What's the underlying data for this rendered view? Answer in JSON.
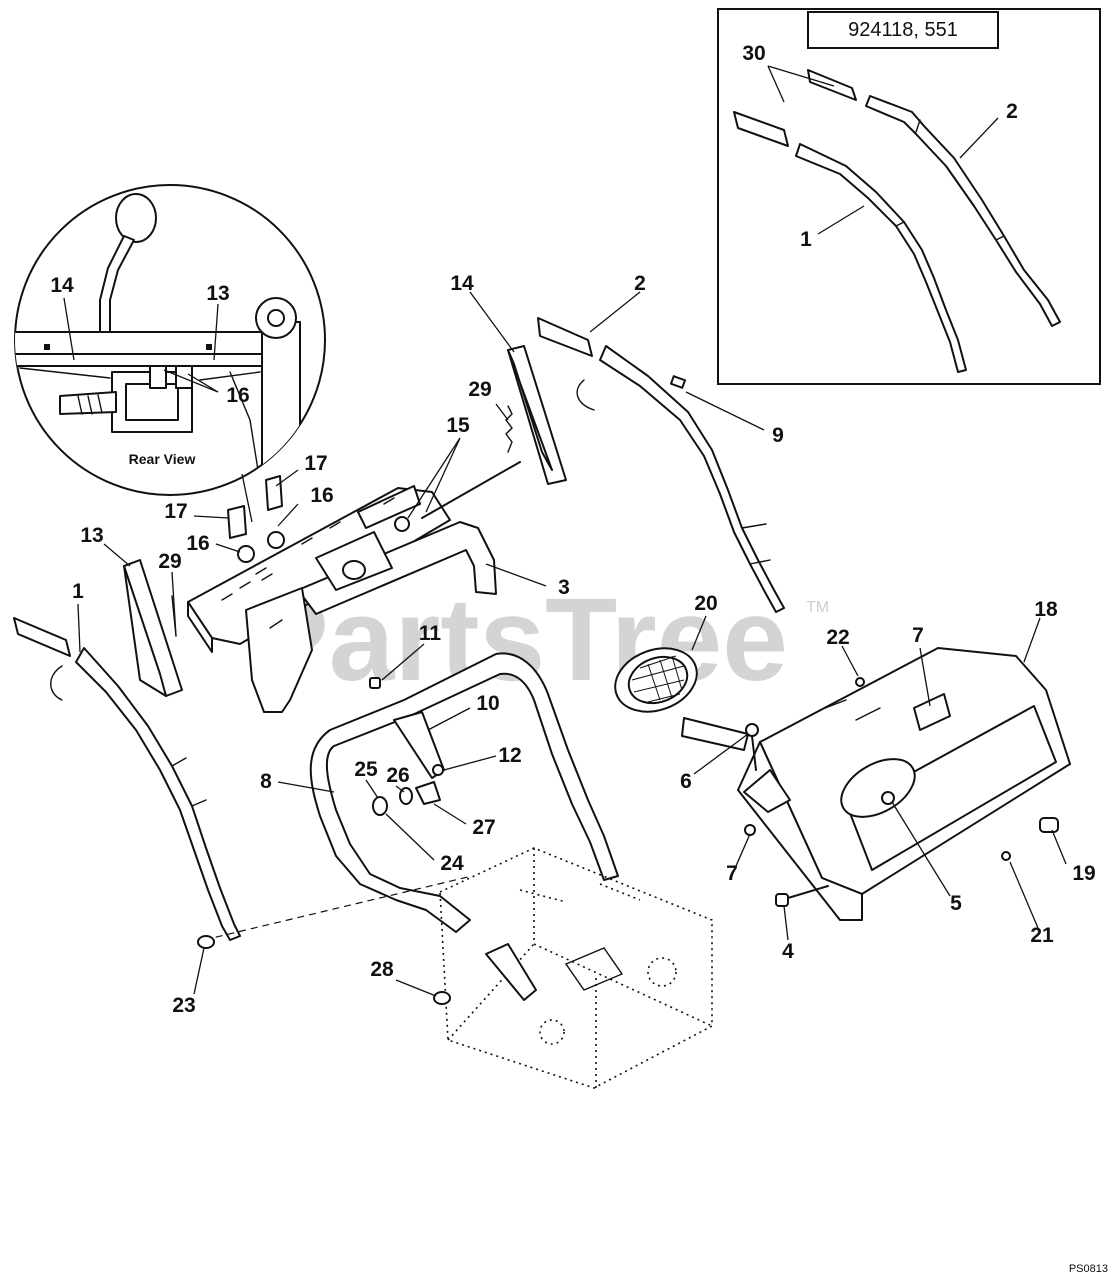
{
  "model_box": {
    "label": "924118, 551"
  },
  "inset": {
    "caption": "Rear View"
  },
  "watermark": {
    "text": "PartsTree",
    "trademark": "TM"
  },
  "diagram_code": "PS0813",
  "callouts": {
    "inset_30": "30",
    "inset_2": "2",
    "inset_1": "1",
    "rv_14": "14",
    "rv_13": "13",
    "rv_16": "16",
    "c14": "14",
    "c2": "2",
    "c29a": "29",
    "c15": "15",
    "c9": "9",
    "c17a": "17",
    "c16a": "16",
    "c17b": "17",
    "c16b": "16",
    "c13": "13",
    "c29b": "29",
    "c1": "1",
    "c3": "3",
    "c20": "20",
    "c18": "18",
    "c22": "22",
    "c7a": "7",
    "c11": "11",
    "c10": "10",
    "c12": "12",
    "c6": "6",
    "c8": "8",
    "c25": "25",
    "c26": "26",
    "c27": "27",
    "c24": "24",
    "c7b": "7",
    "c19": "19",
    "c5": "5",
    "c21": "21",
    "c4": "4",
    "c23": "23",
    "c28": "28"
  }
}
